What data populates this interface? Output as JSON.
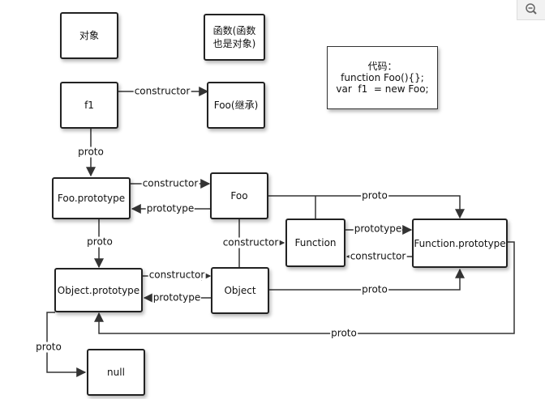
{
  "toolbar": {
    "zoom_icon": "zoom-out-icon"
  },
  "legend": {
    "object": "对象",
    "function": "函数(函数也是对象)"
  },
  "code": {
    "title": "代码：",
    "line1": "function Foo(){};",
    "line2": "var  f1  = new Foo;"
  },
  "nodes": {
    "f1": "f1",
    "foo_inherit": "Foo(继承)",
    "foo_prototype": "Foo.prototype",
    "foo": "Foo",
    "function": "Function",
    "function_prototype": "Function.prototype",
    "object_prototype": "Object.prototype",
    "object": "Object",
    "null": "null"
  },
  "edges": {
    "f1_constructor": "constructor",
    "f1_proto": "proto",
    "fooproto_constructor": "constructor",
    "foo_prototype": "prototype",
    "foo_proto": "proto",
    "fooproto_proto": "proto",
    "object_constructor": "constructor",
    "function_prototype": "prototype",
    "funcproto_constructor": "constructor",
    "objproto_constructor": "constructor",
    "object_prototype": "prototype",
    "object_proto": "proto",
    "funcproto_proto": "proto",
    "objproto_proto": "proto"
  }
}
